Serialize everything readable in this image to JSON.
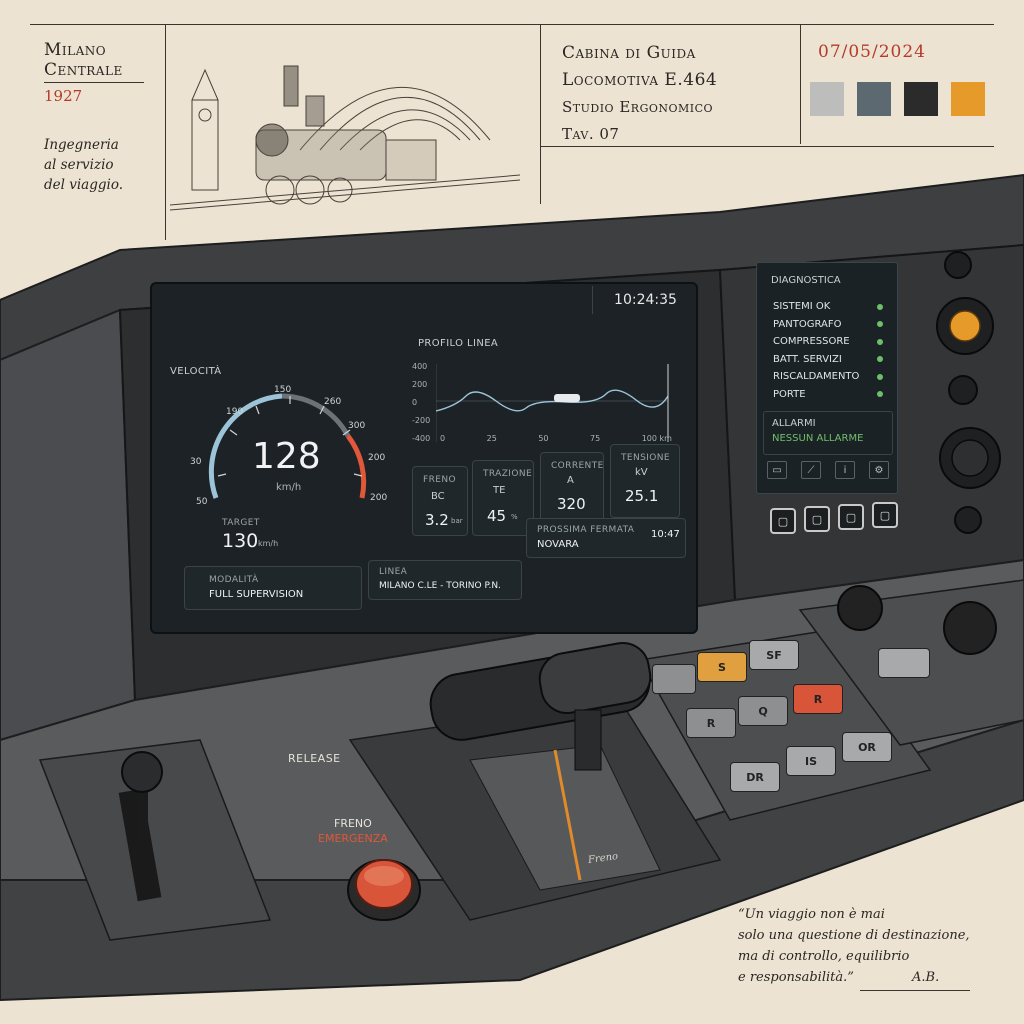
{
  "header": {
    "location": {
      "line1": "Milano",
      "line2": "Centrale",
      "year": "1927"
    },
    "motto": [
      "Ingegneria",
      "al servizio",
      "del viaggio."
    ],
    "title": {
      "line1": "Cabina di Guida",
      "line2": "Locomotiva E.464",
      "line3": "Studio Ergonomico",
      "line4": "Tav. 07"
    },
    "date": "07/05/2024",
    "palette": [
      "#bdbdbb",
      "#5d6970",
      "#2b2b2b",
      "#e59a2a"
    ]
  },
  "main_screen": {
    "clock": "10:24:35",
    "speed": {
      "label": "VELOCITÀ",
      "value": "128",
      "unit": "km/h",
      "ticks": [
        "50",
        "30",
        "190",
        "150",
        "260",
        "300",
        "200",
        "200"
      ],
      "target_label": "TARGET",
      "target_value": "130",
      "target_unit": "km/h"
    },
    "profile": {
      "label": "PROFILO LINEA",
      "y_ticks": [
        "400",
        "200",
        "0",
        "-200",
        "-400"
      ],
      "x_ticks": [
        "0",
        "25",
        "50",
        "75",
        "100"
      ],
      "x_unit": "km"
    },
    "readings": [
      {
        "label": "FRENO",
        "sub": "BC",
        "value": "3.2",
        "unit": "bar"
      },
      {
        "label": "TRAZIONE",
        "sub": "TE",
        "value": "45",
        "unit": "%"
      },
      {
        "label": "CORRENTE",
        "sub": "A",
        "value": "320",
        "unit": ""
      },
      {
        "label": "TENSIONE",
        "sub": "kV",
        "value": "25.1",
        "unit": ""
      }
    ],
    "next_stop": {
      "label": "PROSSIMA FERMATA",
      "value": "NOVARA",
      "time": "10:47"
    },
    "mode": {
      "label": "MODALITÀ",
      "value": "FULL SUPERVISION"
    },
    "line": {
      "label": "LINEA",
      "value": "MILANO C.LE - TORINO P.N."
    }
  },
  "diagnostics": {
    "title": "DIAGNOSTICA",
    "items": [
      "SISTEMI OK",
      "PANTOGRAFO",
      "COMPRESSORE",
      "BATT. SERVIZI",
      "RISCALDAMENTO",
      "PORTE"
    ],
    "alarm_label": "ALLARMI",
    "alarm_value": "NESSUN ALLARME"
  },
  "desk": {
    "release": "RELEASE",
    "brake_label_1": "FRENO",
    "brake_label_2": "EMERGENZA",
    "lever_label": "Freno",
    "keys": [
      "S",
      "SF",
      "R",
      "R",
      "Q",
      "OR",
      "IS",
      "DR"
    ]
  },
  "quote": {
    "lines": [
      "“Un viaggio non è mai",
      "solo una questione di destinazione,",
      "ma di controllo, equilibrio",
      "e responsabilità.”"
    ],
    "signature": "A.B."
  }
}
